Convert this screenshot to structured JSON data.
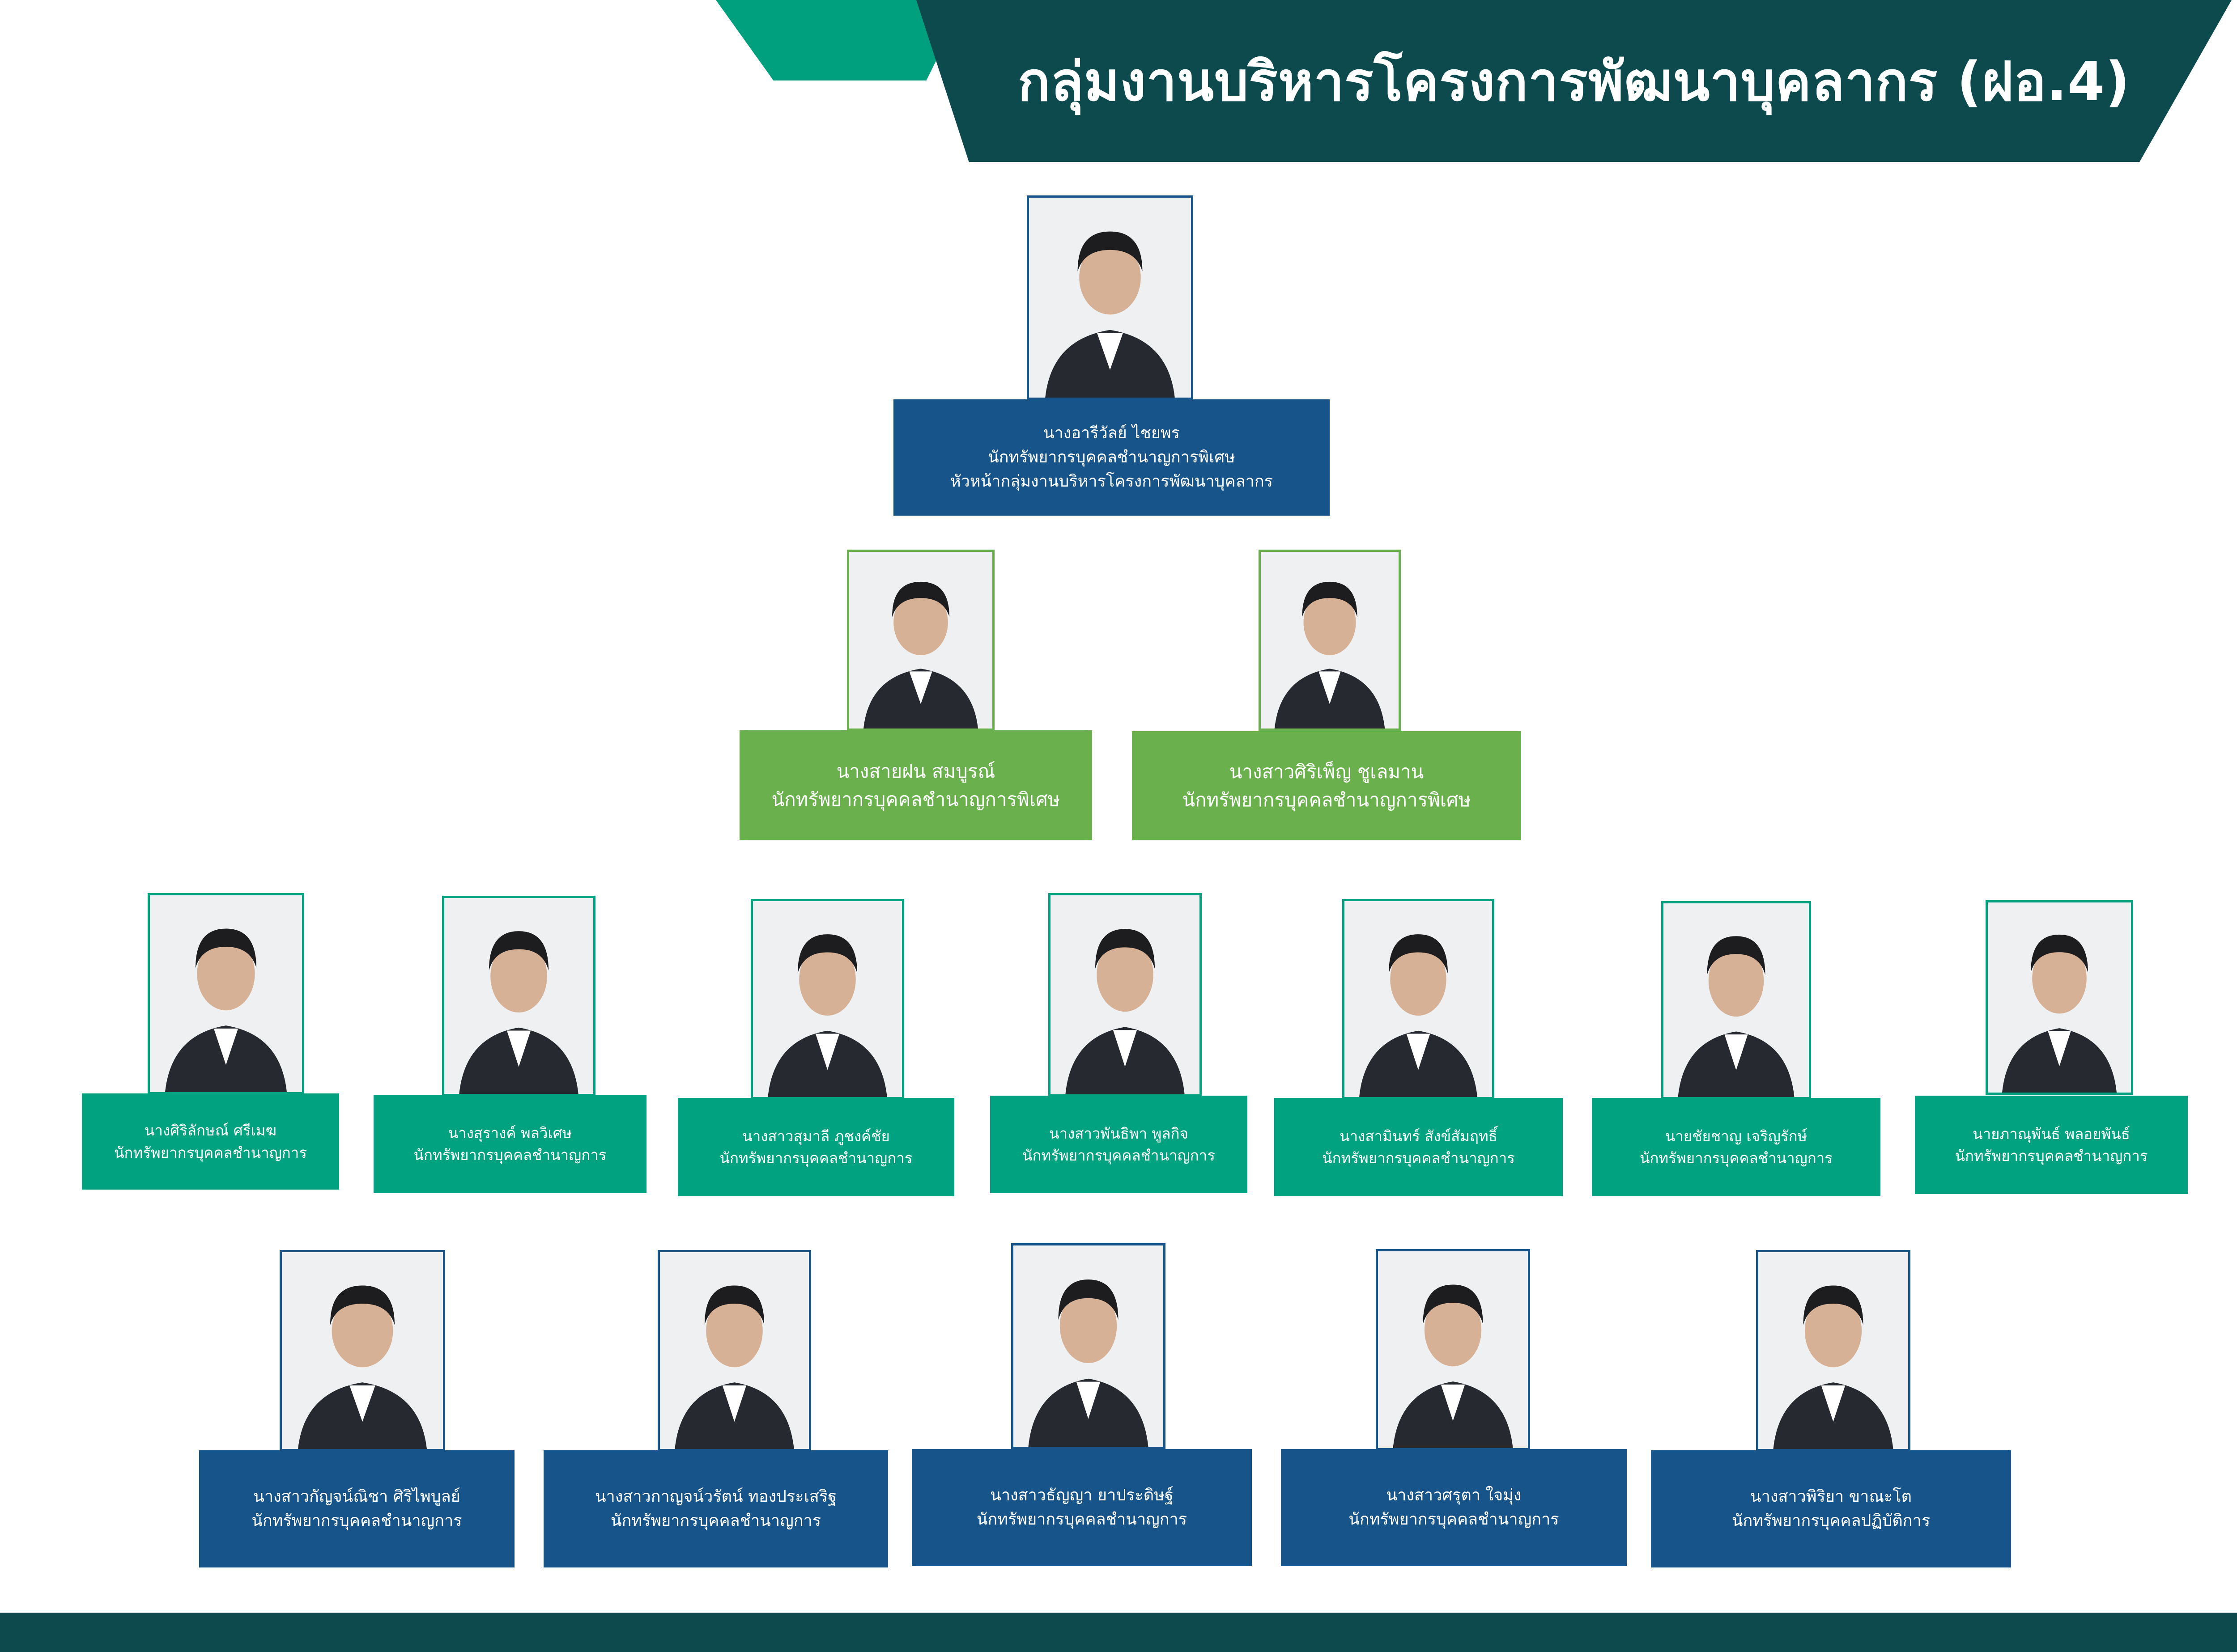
{
  "header": {
    "title": "กลุ่มงานบริหารโครงการพัฒนาบุคลากร (ฝอ.4)"
  },
  "colors": {
    "header_dark": "#0c4a4e",
    "header_accent": "#00a07e",
    "plate_blue": "#175489",
    "plate_green_light": "#6ab04c",
    "plate_teal": "#00a27f",
    "footer": "#0c4a4e"
  },
  "chart": {
    "head": {
      "name": "นางอารีวัลย์ ไชยพร",
      "position": "นักทรัพยากรบุคคลชำนาญการพิเศษ",
      "role": "หัวหน้ากลุ่มงานบริหารโครงการพัฒนาบุคลากร"
    },
    "senior": [
      {
        "name": "นางสายฝน สมบูรณ์",
        "position": "นักทรัพยากรบุคคลชำนาญการพิเศษ"
      },
      {
        "name": "นางสาวศิริเพ็ญ ชูเลมาน",
        "position": "นักทรัพยากรบุคคลชำนาญการพิเศษ"
      }
    ],
    "staff": [
      {
        "name": "นางศิริลักษณ์ ศรีเมฆ",
        "position": "นักทรัพยากรบุคคลชำนาญการ"
      },
      {
        "name": "นางสุรางค์ พลวิเศษ",
        "position": "นักทรัพยากรบุคคลชำนาญการ"
      },
      {
        "name": "นางสาวสุมาลี ภูชงค์ชัย",
        "position": "นักทรัพยากรบุคคลชำนาญการ"
      },
      {
        "name": "นางสาวพันธิพา พูลกิจ",
        "position": "นักทรัพยากรบุคคลชำนาญการ"
      },
      {
        "name": "นางสามินทร์ สังข์สัมฤทธิ์",
        "position": "นักทรัพยากรบุคคลชำนาญการ"
      },
      {
        "name": "นายชัยชาญ เจริญรักษ์",
        "position": "นักทรัพยากรบุคคลชำนาญการ"
      },
      {
        "name": "นายภาณุพันธ์ พลอยพันธ์",
        "position": "นักทรัพยากรบุคคลชำนาญการ"
      }
    ],
    "junior": [
      {
        "name": "นางสาวกัญจน์ณิชา ศิริไพบูลย์",
        "position": "นักทรัพยากรบุคคลชำนาญการ"
      },
      {
        "name": "นางสาวกาญจน์วรัตน์ ทองประเสริฐ",
        "position": "นักทรัพยากรบุคคลชำนาญการ"
      },
      {
        "name": "นางสาวธัญญา ยาประดิษฐ์",
        "position": "นักทรัพยากรบุคคลชำนาญการ"
      },
      {
        "name": "นางสาวศรุตา ใจมุ่ง",
        "position": "นักทรัพยากรบุคคลชำนาญการ"
      },
      {
        "name": "นางสาวพิริยา ขาณะโต",
        "position": "นักทรัพยากรบุคคลปฏิบัติการ"
      }
    ]
  }
}
